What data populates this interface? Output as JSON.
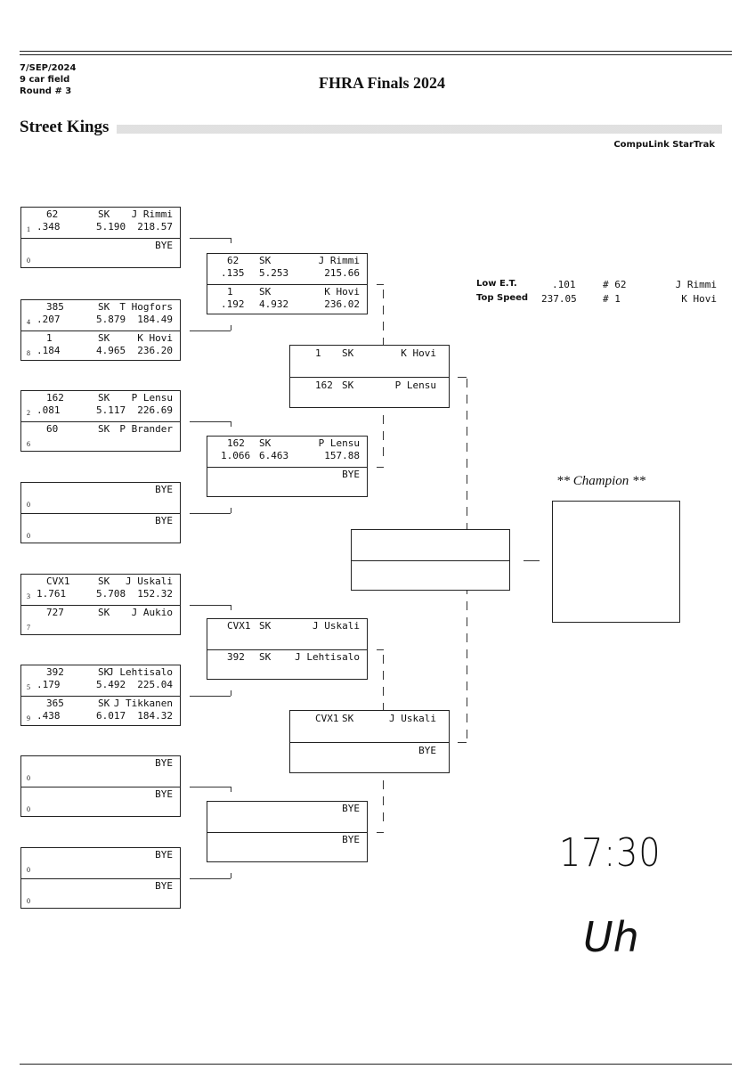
{
  "header": {
    "date": "7/SEP/2024",
    "field": "9 car field",
    "round": "Round # 3",
    "event_title": "FHRA Finals 2024",
    "class_name": "Street Kings",
    "software": "CompuLink StarTrak"
  },
  "round1": [
    {
      "top": {
        "num": "62",
        "cls": "SK",
        "name": "J Rimmi",
        "seed": "1",
        "rt": ".348",
        "et": "5.190",
        "mph": "218.57"
      },
      "bottom": {
        "num": "",
        "cls": "",
        "name": "BYE",
        "seed": "0",
        "rt": "",
        "et": "",
        "mph": ""
      }
    },
    {
      "top": {
        "num": "385",
        "cls": "SK",
        "name": "T Hogfors",
        "seed": "4",
        "rt": ".207",
        "et": "5.879",
        "mph": "184.49"
      },
      "bottom": {
        "num": "1",
        "cls": "SK",
        "name": "K Hovi",
        "seed": "8",
        "rt": ".184",
        "et": "4.965",
        "mph": "236.20"
      }
    },
    {
      "top": {
        "num": "162",
        "cls": "SK",
        "name": "P Lensu",
        "seed": "2",
        "rt": ".081",
        "et": "5.117",
        "mph": "226.69"
      },
      "bottom": {
        "num": "60",
        "cls": "SK",
        "name": "P Brander",
        "seed": "6",
        "rt": "",
        "et": "",
        "mph": ""
      }
    },
    {
      "top": {
        "num": "",
        "cls": "",
        "name": "BYE",
        "seed": "0",
        "rt": "",
        "et": "",
        "mph": ""
      },
      "bottom": {
        "num": "",
        "cls": "",
        "name": "BYE",
        "seed": "0",
        "rt": "",
        "et": "",
        "mph": ""
      }
    },
    {
      "top": {
        "num": "CVX1",
        "cls": "SK",
        "name": "J Uskali",
        "seed": "3",
        "rt": "1.761",
        "et": "5.708",
        "mph": "152.32"
      },
      "bottom": {
        "num": "727",
        "cls": "SK",
        "name": "J Aukio",
        "seed": "7",
        "rt": "",
        "et": "",
        "mph": ""
      }
    },
    {
      "top": {
        "num": "392",
        "cls": "SK",
        "name": "J Lehtisalo",
        "seed": "5",
        "rt": ".179",
        "et": "5.492",
        "mph": "225.04"
      },
      "bottom": {
        "num": "365",
        "cls": "SK",
        "name": "J Tikkanen",
        "seed": "9",
        "rt": ".438",
        "et": "6.017",
        "mph": "184.32"
      }
    },
    {
      "top": {
        "num": "",
        "cls": "",
        "name": "BYE",
        "seed": "0",
        "rt": "",
        "et": "",
        "mph": ""
      },
      "bottom": {
        "num": "",
        "cls": "",
        "name": "BYE",
        "seed": "0",
        "rt": "",
        "et": "",
        "mph": ""
      }
    },
    {
      "top": {
        "num": "",
        "cls": "",
        "name": "BYE",
        "seed": "0",
        "rt": "",
        "et": "",
        "mph": ""
      },
      "bottom": {
        "num": "",
        "cls": "",
        "name": "BYE",
        "seed": "0",
        "rt": "",
        "et": "",
        "mph": ""
      }
    }
  ],
  "round2": [
    {
      "top": {
        "num": "62",
        "cls": "SK",
        "name": "J Rimmi",
        "rt": ".135",
        "et": "5.253",
        "mph": "215.66"
      },
      "bottom": {
        "num": "1",
        "cls": "SK",
        "name": "K Hovi",
        "rt": ".192",
        "et": "4.932",
        "mph": "236.02"
      }
    },
    {
      "top": {
        "num": "162",
        "cls": "SK",
        "name": "P Lensu",
        "rt": "1.066",
        "et": "6.463",
        "mph": "157.88"
      },
      "bottom": {
        "num": "",
        "cls": "",
        "name": "BYE",
        "rt": "",
        "et": "",
        "mph": ""
      }
    },
    {
      "top": {
        "num": "CVX1",
        "cls": "SK",
        "name": "J Uskali",
        "rt": "",
        "et": "",
        "mph": ""
      },
      "bottom": {
        "num": "392",
        "cls": "SK",
        "name": "J Lehtisalo",
        "rt": "",
        "et": "",
        "mph": ""
      }
    },
    {
      "top": {
        "num": "",
        "cls": "",
        "name": "BYE",
        "rt": "",
        "et": "",
        "mph": ""
      },
      "bottom": {
        "num": "",
        "cls": "",
        "name": "BYE",
        "rt": "",
        "et": "",
        "mph": ""
      }
    }
  ],
  "round3": [
    {
      "top": {
        "num": "1",
        "cls": "SK",
        "name": "K Hovi"
      },
      "bottom": {
        "num": "162",
        "cls": "SK",
        "name": "P Lensu"
      }
    },
    {
      "top": {
        "num": "CVX1",
        "cls": "SK",
        "name": "J Uskali"
      },
      "bottom": {
        "num": "",
        "cls": "",
        "name": "BYE"
      }
    }
  ],
  "stats": {
    "low_et": {
      "label": "Low  E.T.",
      "value": ".101",
      "car": "# 62",
      "driver": "J Rimmi"
    },
    "top_speed": {
      "label": "Top Speed",
      "value": "237.05",
      "car": "# 1",
      "driver": "K Hovi"
    }
  },
  "champion_label": "** Champion **",
  "handwriting": {
    "time": "17:30",
    "initials": "Uh"
  }
}
